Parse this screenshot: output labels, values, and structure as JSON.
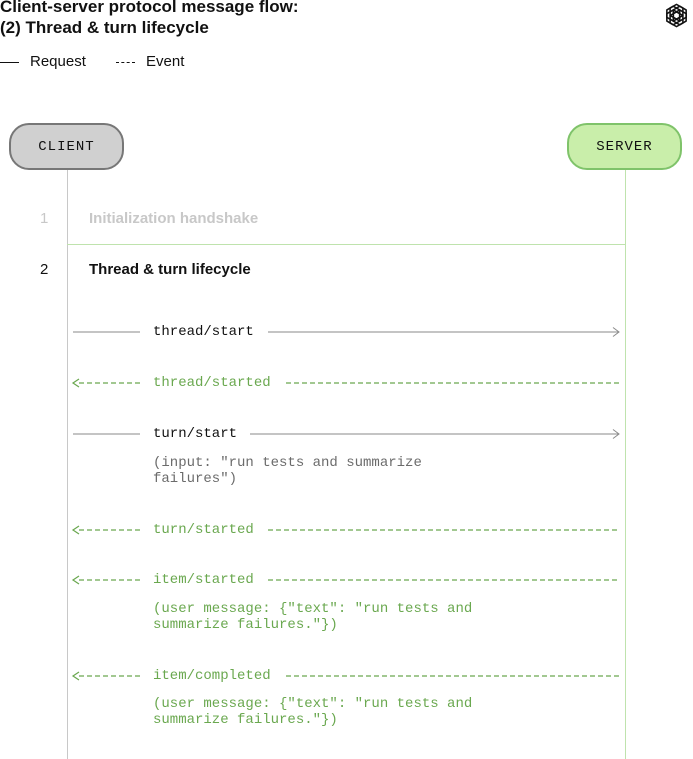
{
  "title": {
    "line1": "Client-server protocol message flow:",
    "line2": "(2) Thread & turn lifecycle"
  },
  "legend": {
    "request_label": "Request",
    "event_label": "Event"
  },
  "logo": {
    "icon": "openai-logo-icon"
  },
  "nodes": {
    "client": "CLIENT",
    "server": "SERVER"
  },
  "phases": [
    {
      "number": "1",
      "label": "Initialization handshake",
      "state": "inactive"
    },
    {
      "number": "2",
      "label": "Thread & turn lifecycle",
      "state": "active"
    }
  ],
  "messages": [
    {
      "label": "thread/start",
      "kind": "request",
      "direction": "client-to-server",
      "note": ""
    },
    {
      "label": "thread/started",
      "kind": "event",
      "direction": "server-to-client",
      "note": ""
    },
    {
      "label": "turn/start",
      "kind": "request",
      "direction": "client-to-server",
      "note": "(input: \"run tests and summarize\nfailures\")"
    },
    {
      "label": "turn/started",
      "kind": "event",
      "direction": "server-to-client",
      "note": ""
    },
    {
      "label": "item/started",
      "kind": "event",
      "direction": "server-to-client",
      "note": "(user message: {\"text\": \"run tests and\nsummarize failures.\"})"
    },
    {
      "label": "item/completed",
      "kind": "event",
      "direction": "server-to-client",
      "note": "(user message: {\"text\": \"run tests and\nsummarize failures.\"})"
    }
  ],
  "colors": {
    "ink": "#111111",
    "muted": "#c8c8c8",
    "request_line": "#8a8a8a",
    "note_gray": "#6b6b6b",
    "event_green": "#6aa84f",
    "lifeline_green": "#bfe3ad",
    "client_fill": "#d0d0d0",
    "client_border": "#777777",
    "server_fill": "#c9eeaa",
    "server_border": "#7fc36a"
  }
}
